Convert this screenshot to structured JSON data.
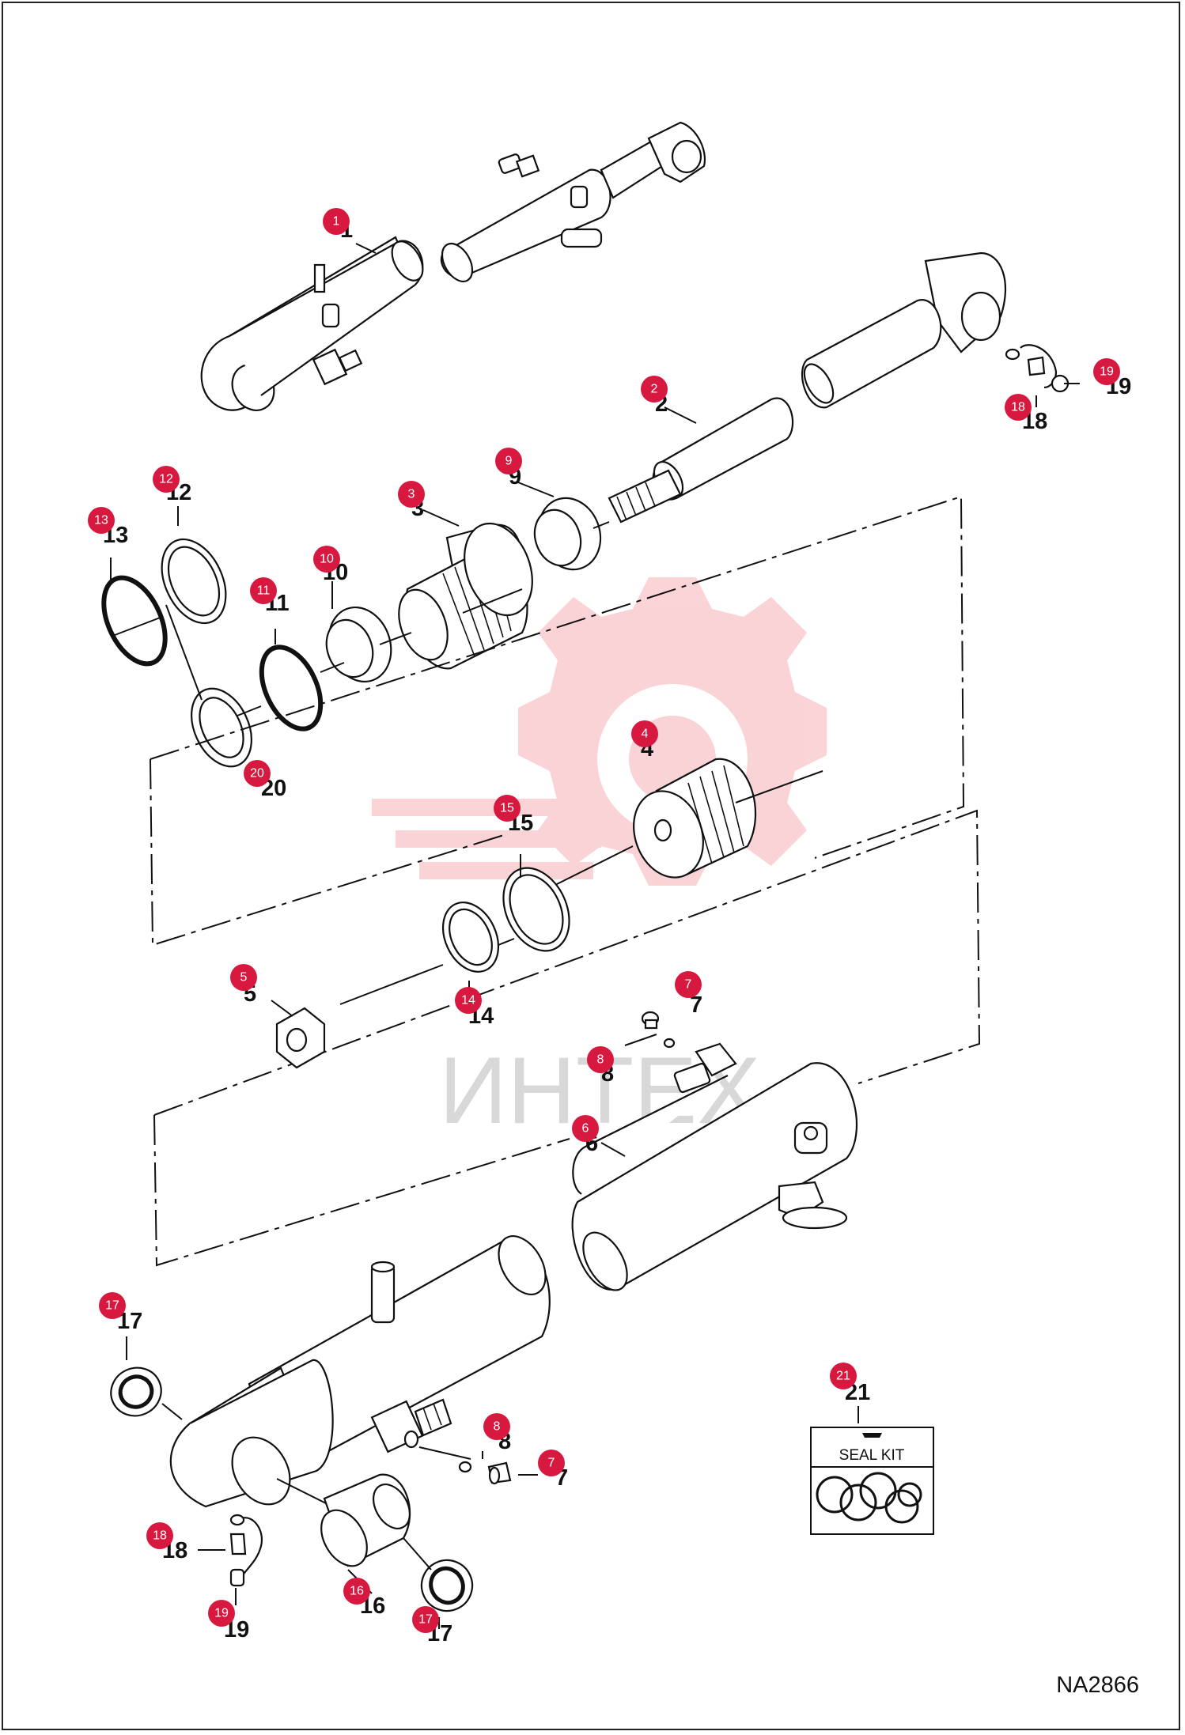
{
  "drawing_code": "NA2866",
  "watermark_text": "ИНТЕХ",
  "seal_kit_label": "SEAL KIT",
  "badge_color": "#d7193f",
  "watermark_color": "#f3a0a6",
  "callouts": [
    {
      "badge": "1",
      "label": "1"
    },
    {
      "badge": "2",
      "label": "2"
    },
    {
      "badge": "3",
      "label": "3"
    },
    {
      "badge": "4",
      "label": "4"
    },
    {
      "badge": "5",
      "label": "5"
    },
    {
      "badge": "6",
      "label": "6"
    },
    {
      "badge": "7",
      "label": "7"
    },
    {
      "badge": "7",
      "label": "7"
    },
    {
      "badge": "8",
      "label": "8"
    },
    {
      "badge": "8",
      "label": "8"
    },
    {
      "badge": "9",
      "label": "9"
    },
    {
      "badge": "10",
      "label": "10"
    },
    {
      "badge": "11",
      "label": "11"
    },
    {
      "badge": "12",
      "label": "12"
    },
    {
      "badge": "13",
      "label": "13"
    },
    {
      "badge": "14",
      "label": "14"
    },
    {
      "badge": "15",
      "label": "15"
    },
    {
      "badge": "16",
      "label": "16"
    },
    {
      "badge": "17",
      "label": "17"
    },
    {
      "badge": "17",
      "label": "17"
    },
    {
      "badge": "18",
      "label": "18"
    },
    {
      "badge": "18",
      "label": "18"
    },
    {
      "badge": "19",
      "label": "19"
    },
    {
      "badge": "19",
      "label": "19"
    },
    {
      "badge": "20",
      "label": "20"
    },
    {
      "badge": "21",
      "label": "21"
    }
  ]
}
